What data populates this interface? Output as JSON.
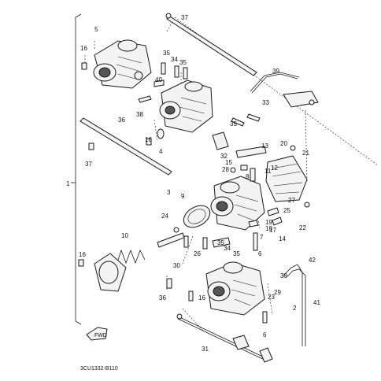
{
  "diagram": {
    "doc_code": "3CU1332-B110",
    "front_arrow_label": "FWD",
    "callouts": [
      {
        "id": "c-37a",
        "text": "37"
      },
      {
        "id": "c-5",
        "text": "5"
      },
      {
        "id": "c-16a",
        "text": "16"
      },
      {
        "id": "c-35a",
        "text": "35"
      },
      {
        "id": "c-34a",
        "text": "34"
      },
      {
        "id": "c-35b",
        "text": "35"
      },
      {
        "id": "c-39",
        "text": "39"
      },
      {
        "id": "c-40",
        "text": "40"
      },
      {
        "id": "c-38",
        "text": "38"
      },
      {
        "id": "c-36a",
        "text": "36"
      },
      {
        "id": "c-33",
        "text": "33"
      },
      {
        "id": "c-35c",
        "text": "35"
      },
      {
        "id": "c-16b",
        "text": "16"
      },
      {
        "id": "c-4",
        "text": "4"
      },
      {
        "id": "c-32",
        "text": "32"
      },
      {
        "id": "c-15",
        "text": "15"
      },
      {
        "id": "c-13",
        "text": "13"
      },
      {
        "id": "c-20",
        "text": "20"
      },
      {
        "id": "c-21",
        "text": "21"
      },
      {
        "id": "c-37b",
        "text": "37"
      },
      {
        "id": "c-28",
        "text": "28"
      },
      {
        "id": "c-11",
        "text": "11"
      },
      {
        "id": "c-12",
        "text": "12"
      },
      {
        "id": "c-1",
        "text": "1"
      },
      {
        "id": "c-8",
        "text": "8"
      },
      {
        "id": "c-3",
        "text": "3"
      },
      {
        "id": "c-9",
        "text": "9"
      },
      {
        "id": "c-27",
        "text": "27"
      },
      {
        "id": "c-25",
        "text": "25"
      },
      {
        "id": "c-24",
        "text": "24"
      },
      {
        "id": "c-19",
        "text": "19"
      },
      {
        "id": "c-18",
        "text": "18"
      },
      {
        "id": "c-17",
        "text": "17"
      },
      {
        "id": "c-22",
        "text": "22"
      },
      {
        "id": "c-10",
        "text": "10"
      },
      {
        "id": "c-35d",
        "text": "35"
      },
      {
        "id": "c-34b",
        "text": "34"
      },
      {
        "id": "c-14",
        "text": "14"
      },
      {
        "id": "c-7",
        "text": "7"
      },
      {
        "id": "c-16c",
        "text": "16"
      },
      {
        "id": "c-26",
        "text": "26"
      },
      {
        "id": "c-35e",
        "text": "35"
      },
      {
        "id": "c-6a",
        "text": "6"
      },
      {
        "id": "c-42",
        "text": "42"
      },
      {
        "id": "c-38b",
        "text": "38"
      },
      {
        "id": "c-30",
        "text": "30"
      },
      {
        "id": "c-41",
        "text": "41"
      },
      {
        "id": "c-36b",
        "text": "36"
      },
      {
        "id": "c-16d",
        "text": "16"
      },
      {
        "id": "c-29",
        "text": "29"
      },
      {
        "id": "c-23",
        "text": "23"
      },
      {
        "id": "c-2",
        "text": "2"
      },
      {
        "id": "c-6b",
        "text": "6"
      },
      {
        "id": "c-31",
        "text": "31"
      }
    ]
  }
}
